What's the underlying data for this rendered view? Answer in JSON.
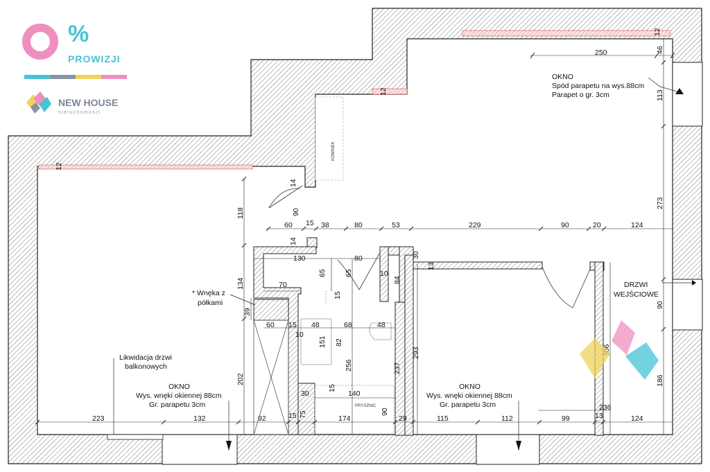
{
  "logo": {
    "percent": "%",
    "prowizji": "PROWIZJI",
    "brand": "NEW HOUSE",
    "brand_sub": "nieruchomości",
    "colors": {
      "cyan": "#45c4d6",
      "pink": "#ef8fc0",
      "yellow": "#f0d35a",
      "grey": "#8a93a3"
    }
  },
  "labels": {
    "okno_top": "OKNO",
    "okno_top_l2": "Spód parapetu na wys.88cm",
    "okno_top_l3": "Parapet o gr. 3cm",
    "wneka_l1": "* Wnęka z",
    "wneka_l2": "półkami",
    "likwidacja_l1": "Likwidacja drzwi",
    "likwidacja_l2": "balkonowych",
    "okno_left_l1": "OKNO",
    "okno_left_l2": "Wys. wnęki okiennej 88cm",
    "okno_left_l3": "Gr. parapetu 3cm",
    "okno_mid_l1": "OKNO",
    "okno_mid_l2": "Wys. wnęki okiennej 88cm",
    "okno_mid_l3": "Gr. parapetu 3cm",
    "drzwi_l1": "DRZWI",
    "drzwi_l2": "WEJŚCIOWE",
    "prysznic": "PRYSZNIC",
    "kominek": "KOMINEK"
  },
  "dims": {
    "d12a": "12",
    "d12b": "12",
    "d12c": "12",
    "d250": "250",
    "d46": "46",
    "d113": "113",
    "d273": "273",
    "d14a": "14",
    "d90a": "90",
    "d118": "118",
    "d60a": "60",
    "d15a": "15",
    "d38": "38",
    "d80a": "80",
    "d53": "53",
    "d229": "229",
    "d90b": "90",
    "d20": "20",
    "d124a": "124",
    "d14b": "14",
    "d130": "130",
    "d80b": "80",
    "d30a": "30",
    "d13a": "13",
    "d65a": "65",
    "d65b": "65",
    "d10a": "10",
    "d84": "84",
    "d134": "134",
    "d70": "70",
    "d15b": "15",
    "d39": "39",
    "d60b": "60",
    "d15c": "15",
    "d48a": "48",
    "d68": "68",
    "d48b": "48",
    "d10b": "10",
    "d151": "151",
    "d82": "82",
    "d256": "256",
    "d237": "237",
    "d293": "293",
    "d306": "306",
    "d90c": "90",
    "d186": "186",
    "d202": "202",
    "d30b": "30",
    "d15d": "15",
    "d140": "140",
    "d90d": "90",
    "d236": "236",
    "d223": "223",
    "d132": "132",
    "d92": "92",
    "d15e": "15",
    "d75": "75",
    "d174": "174",
    "d29": "29",
    "d115": "115",
    "d112": "112",
    "d99": "99",
    "d13b": "13",
    "d124b": "124"
  }
}
